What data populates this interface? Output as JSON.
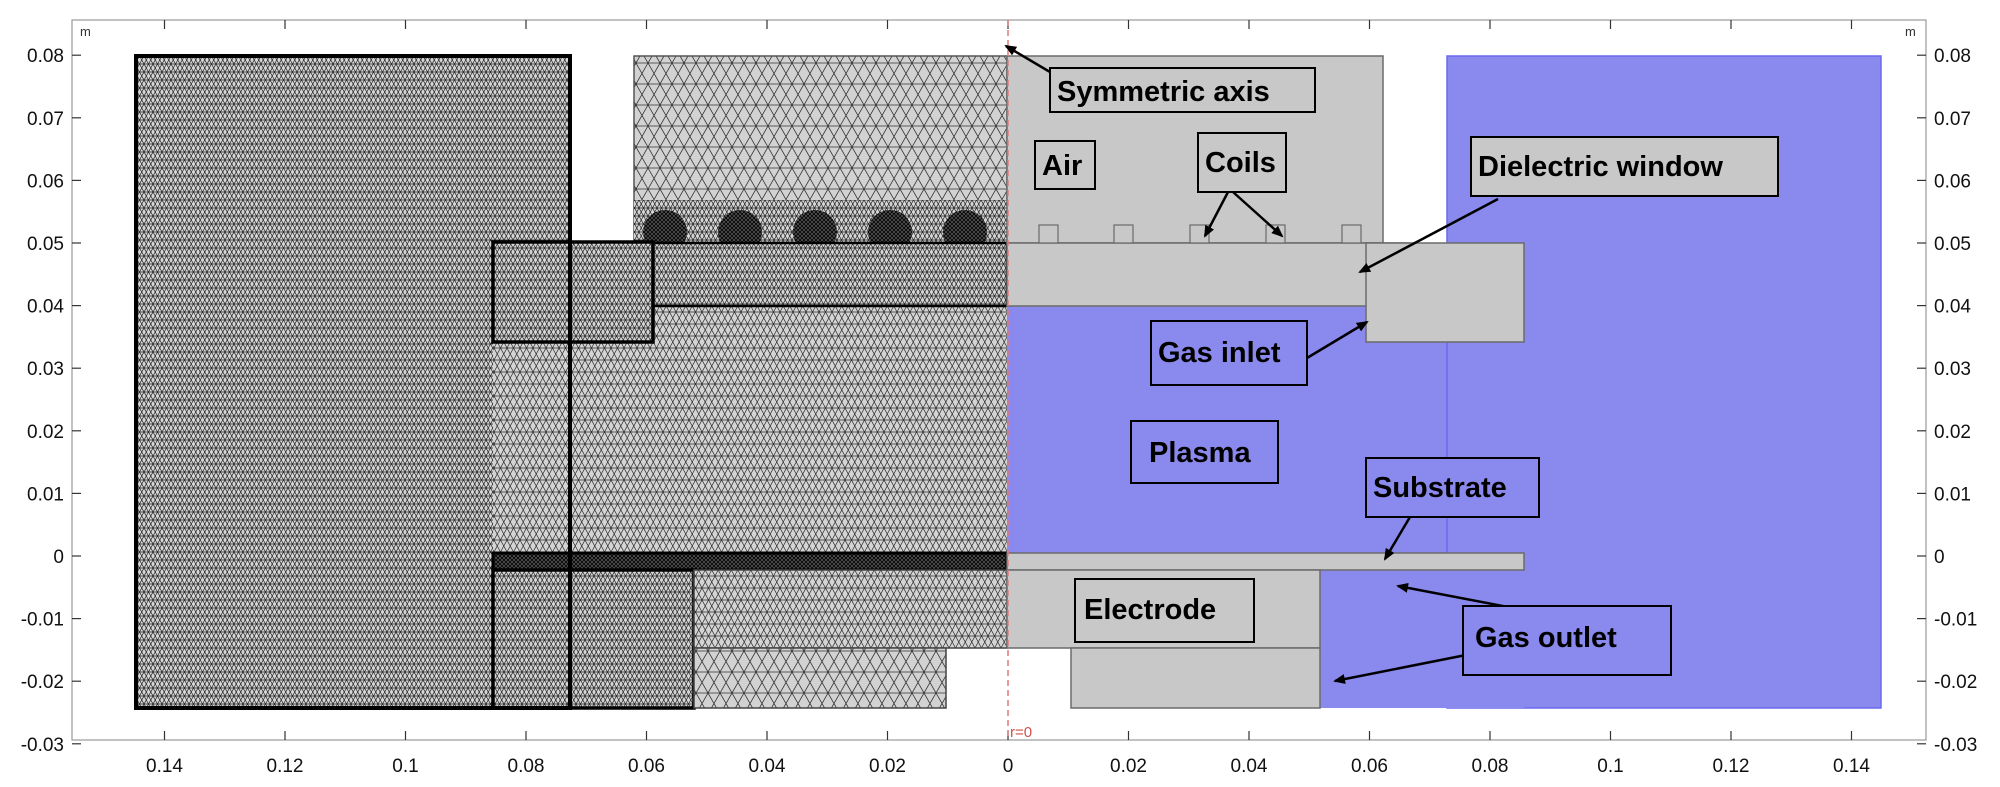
{
  "axes": {
    "x_ticks_left": [
      "0.14",
      "0.12",
      "0.1",
      "0.08",
      "0.06",
      "0.04",
      "0.02",
      "0"
    ],
    "x_ticks_right": [
      "0",
      "0.02",
      "0.04",
      "0.06",
      "0.08",
      "0.1",
      "0.12",
      "0.14"
    ],
    "y_ticks": [
      "0.08",
      "0.07",
      "0.06",
      "0.05",
      "0.04",
      "0.03",
      "0.02",
      "0.01",
      "0",
      "-0.01",
      "-0.02",
      "-0.03"
    ],
    "unit_left": "m",
    "unit_right": "m",
    "axis_marker": "r=0"
  },
  "labels": {
    "symmetric_axis": "Symmetric axis",
    "air": "Air",
    "coils": "Coils",
    "dielectric_window": "Dielectric window",
    "gas_inlet": "Gas inlet",
    "plasma": "Plasma",
    "substrate": "Substrate",
    "electrode": "Electrode",
    "gas_outlet": "Gas outlet"
  },
  "colors": {
    "plasma": "#8a8aee",
    "solid_region": "#c8c8c8",
    "mesh_background": "#d0d0d0",
    "mesh_line": "#1a1a1a",
    "outline": "#6a6a6a"
  }
}
